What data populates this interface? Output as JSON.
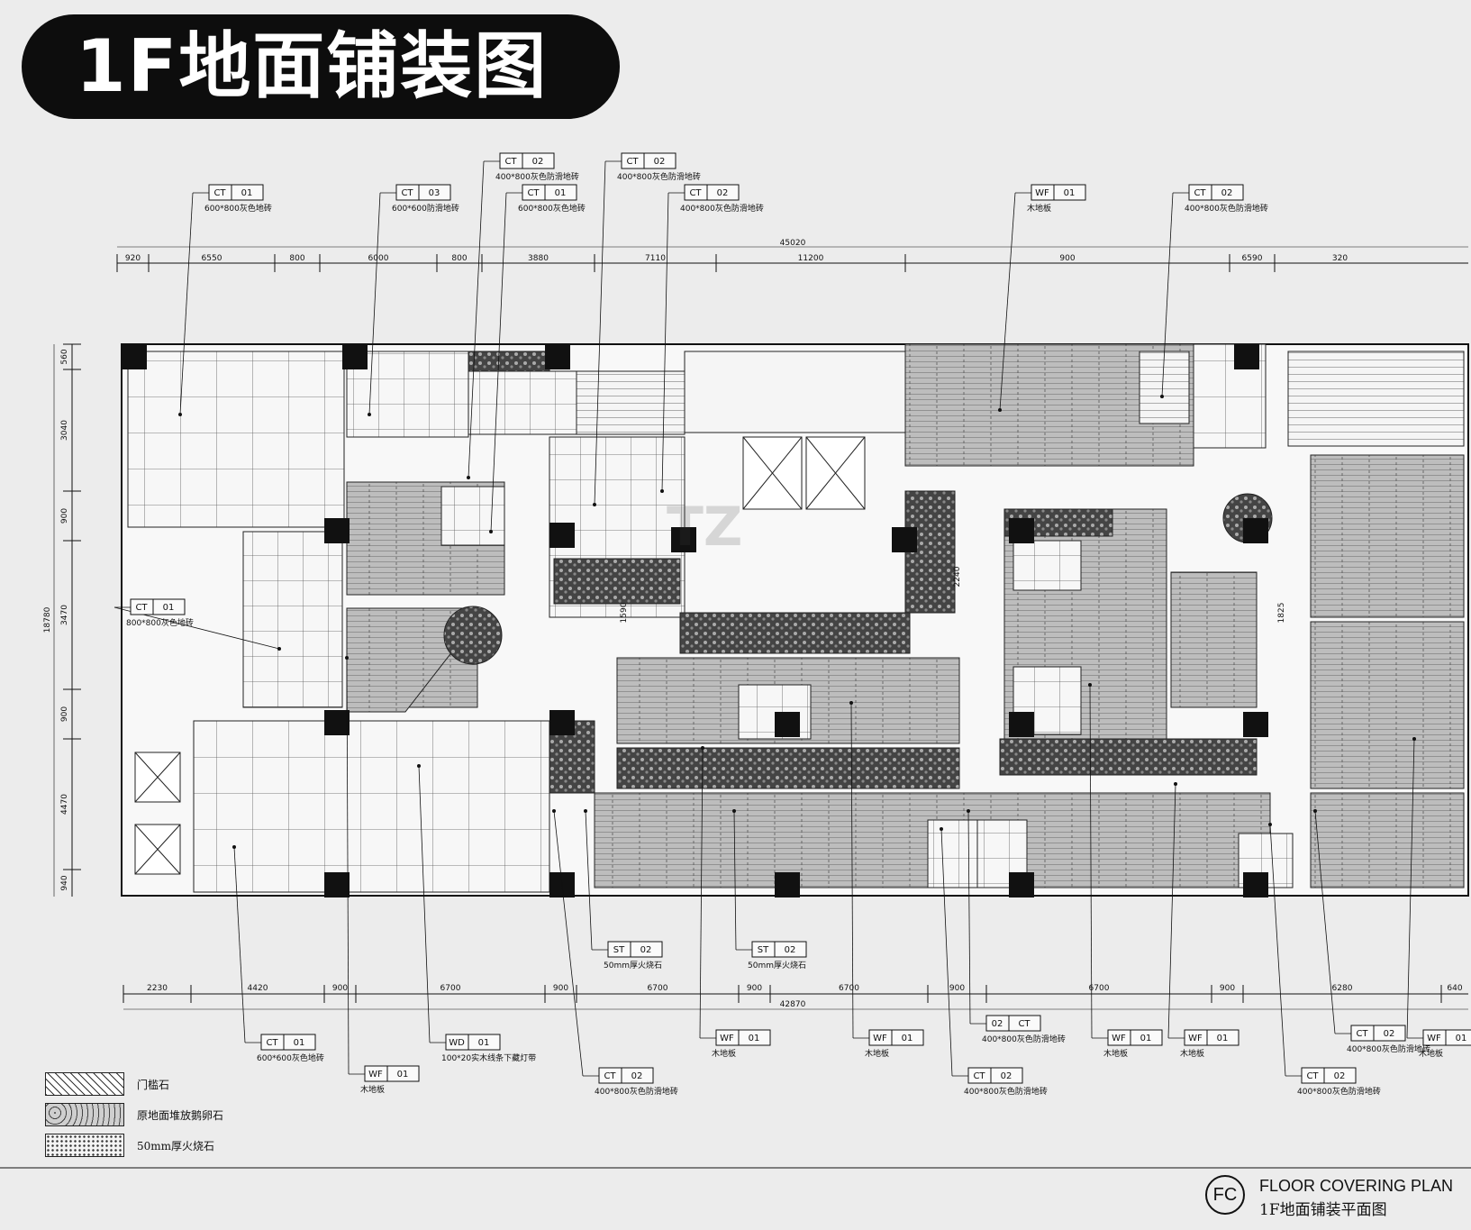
{
  "banner": {
    "title": "1F地面铺装图"
  },
  "plan": {
    "top_dims": {
      "total": "45020",
      "segments": [
        "920",
        "6550",
        "800",
        "6000",
        "800",
        "3880",
        "7110",
        "11200",
        "900",
        "6590",
        "320"
      ]
    },
    "bottom_dims": {
      "total": "42870",
      "segments": [
        "2230",
        "4420",
        "900",
        "6700",
        "900",
        "6700",
        "900",
        "6700",
        "900",
        "6700",
        "900",
        "6280",
        "640"
      ]
    },
    "left_dims": {
      "total": "18780",
      "segments": [
        "560",
        "3040",
        "900",
        "3470",
        "900",
        "4470",
        "940"
      ]
    },
    "inner_dims": [
      "2240",
      "1825",
      "1590"
    ]
  },
  "callouts_top": [
    {
      "code": "CT",
      "num": "01",
      "desc": "600*800灰色地砖"
    },
    {
      "code": "CT",
      "num": "03",
      "desc": "600*600防滑地砖"
    },
    {
      "code": "CT",
      "num": "02",
      "desc": "400*800灰色防滑地砖"
    },
    {
      "code": "CT",
      "num": "01",
      "desc": "600*800灰色地砖"
    },
    {
      "code": "CT",
      "num": "02",
      "desc": "400*800灰色防滑地砖"
    },
    {
      "code": "CT",
      "num": "02",
      "desc": "400*800灰色防滑地砖"
    },
    {
      "code": "WF",
      "num": "01",
      "desc": "木地板"
    },
    {
      "code": "CT",
      "num": "02",
      "desc": "400*800灰色防滑地砖"
    }
  ],
  "callouts_mid": [
    {
      "code": "CT",
      "num": "01",
      "desc": "800*800灰色地砖"
    },
    {
      "code": "ST",
      "num": "02",
      "desc": "50mm厚火烧石"
    },
    {
      "code": "ST",
      "num": "02",
      "desc": "50mm厚火烧石"
    }
  ],
  "callouts_bottom": [
    {
      "code": "CT",
      "num": "01",
      "desc": "600*600灰色地砖"
    },
    {
      "code": "WF",
      "num": "01",
      "desc": "木地板"
    },
    {
      "code": "WD",
      "num": "01",
      "desc": "100*20实木线条下藏灯带"
    },
    {
      "code": "CT",
      "num": "02",
      "desc": "400*800灰色防滑地砖"
    },
    {
      "code": "WF",
      "num": "01",
      "desc": "木地板"
    },
    {
      "code": "WF",
      "num": "01",
      "desc": "木地板"
    },
    {
      "code": "02",
      "num": "CT",
      "desc": "400*800灰色防滑地砖"
    },
    {
      "code": "CT",
      "num": "02",
      "desc": "400*800灰色防滑地砖"
    },
    {
      "code": "WF",
      "num": "01",
      "desc": "木地板"
    },
    {
      "code": "WF",
      "num": "01",
      "desc": "木地板"
    },
    {
      "code": "CT",
      "num": "02",
      "desc": "400*800灰色防滑地砖"
    },
    {
      "code": "CT",
      "num": "02",
      "desc": "400*800灰色防滑地砖"
    },
    {
      "code": "WF",
      "num": "01",
      "desc": "木地板"
    }
  ],
  "legend": [
    {
      "label": "门槛石"
    },
    {
      "label": "原地面堆放鹅卵石"
    },
    {
      "label": "50mm厚火烧石"
    }
  ],
  "title_block": {
    "code": "FC",
    "title_en": "FLOOR COVERING PLAN",
    "title_cn": "1F地面铺装平面图"
  }
}
